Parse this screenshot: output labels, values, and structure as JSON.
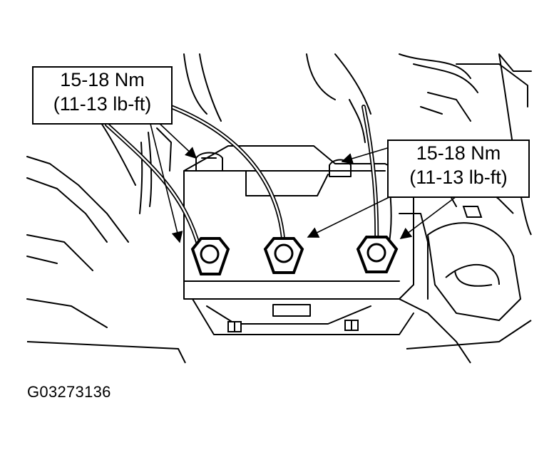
{
  "callouts": {
    "left": {
      "line1": "15-18 Nm",
      "line2": "(11-13 lb-ft)"
    },
    "right": {
      "line1": "15-18 Nm",
      "line2": "(11-13 lb-ft)"
    }
  },
  "figure_id": "G03273136",
  "colors": {
    "line": "#000000",
    "background": "#ffffff"
  },
  "icons": [
    "hex-nut-icon",
    "bolt-icon",
    "leader-arrow-icon"
  ]
}
